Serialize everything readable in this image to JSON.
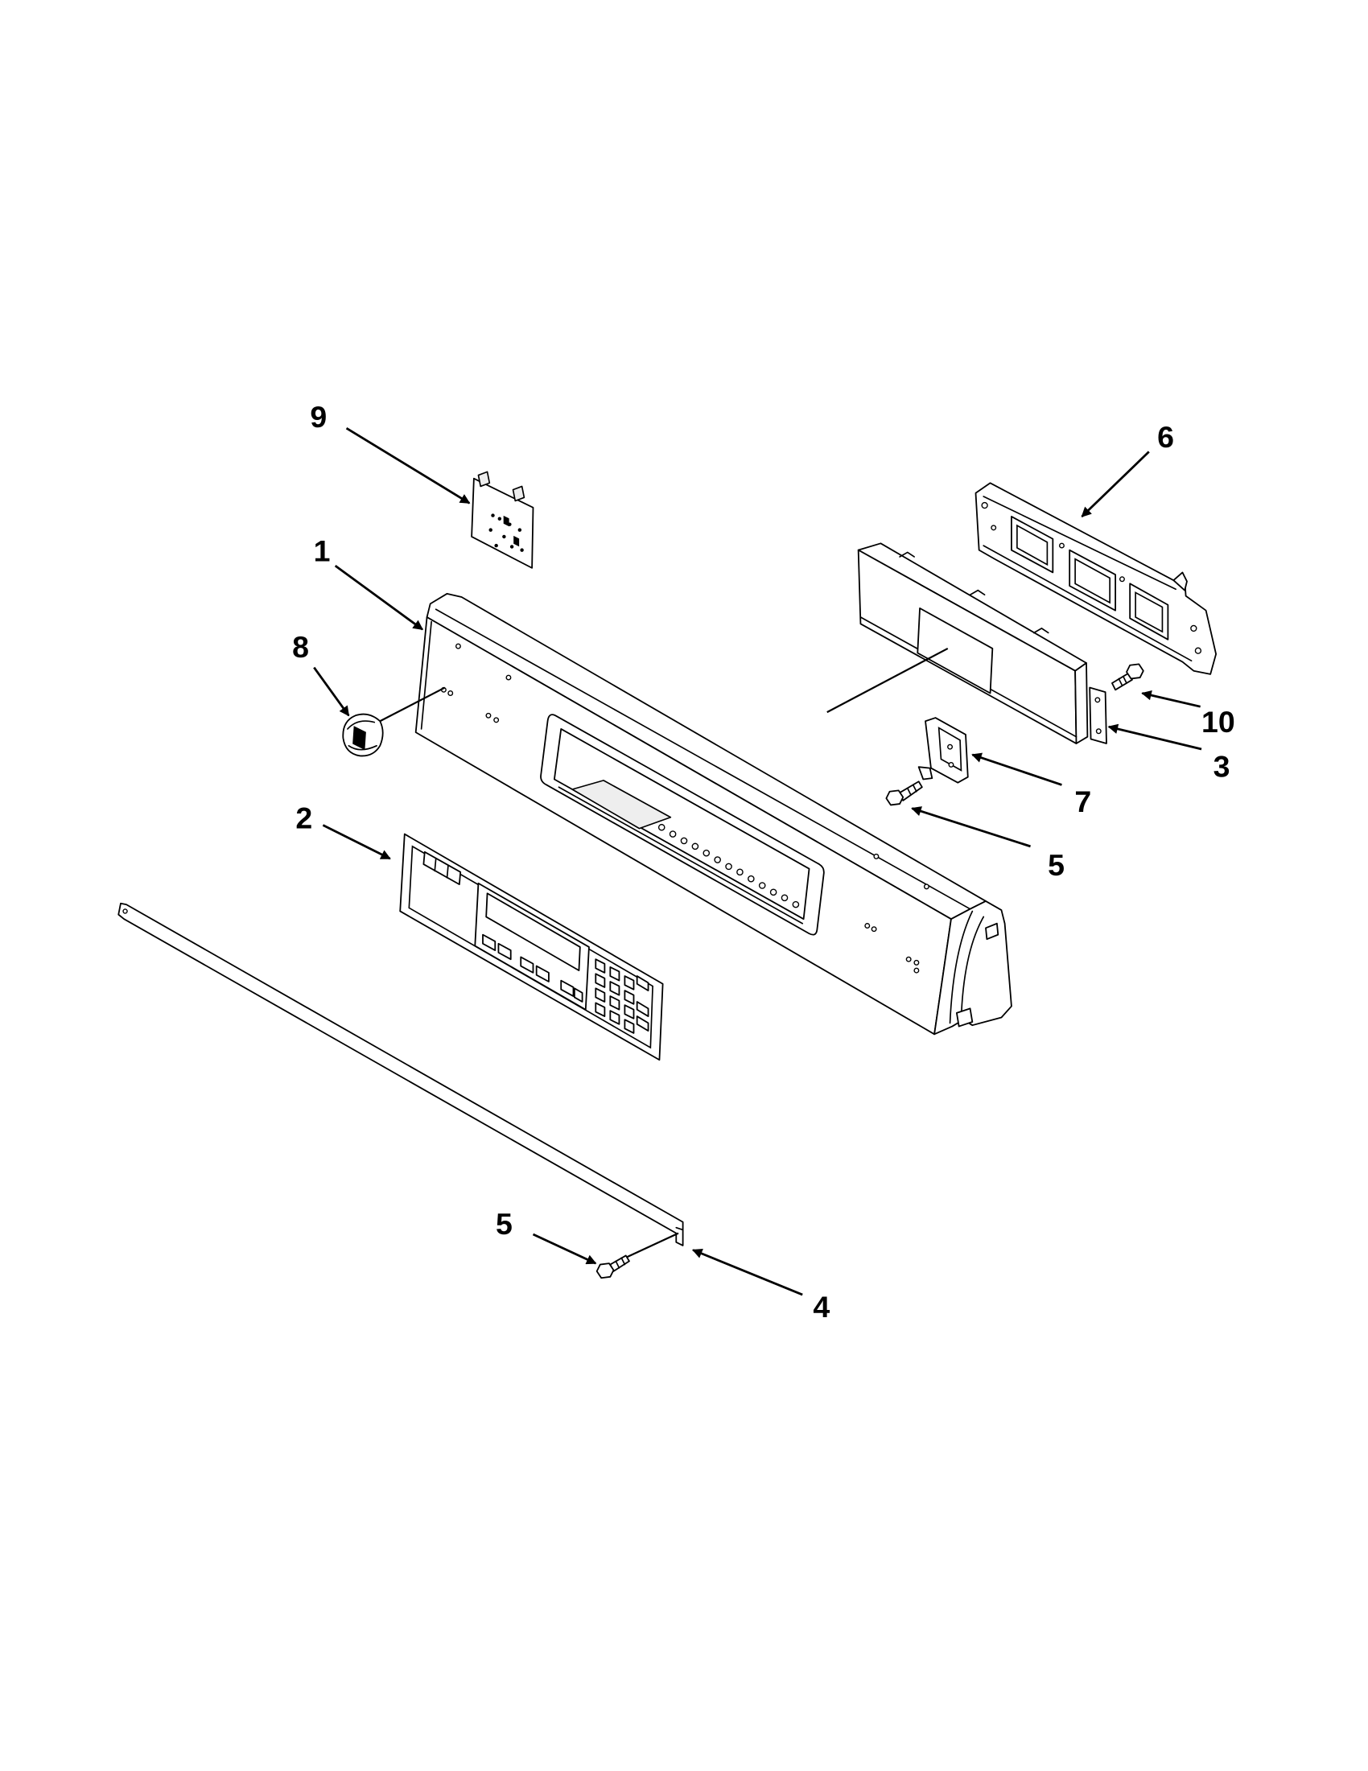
{
  "callouts": [
    {
      "label": "9"
    },
    {
      "label": "1"
    },
    {
      "label": "8"
    },
    {
      "label": "2"
    },
    {
      "label": "6"
    },
    {
      "label": "10"
    },
    {
      "label": "3"
    },
    {
      "label": "7"
    },
    {
      "label": "5"
    },
    {
      "label": "5"
    },
    {
      "label": "4"
    }
  ]
}
